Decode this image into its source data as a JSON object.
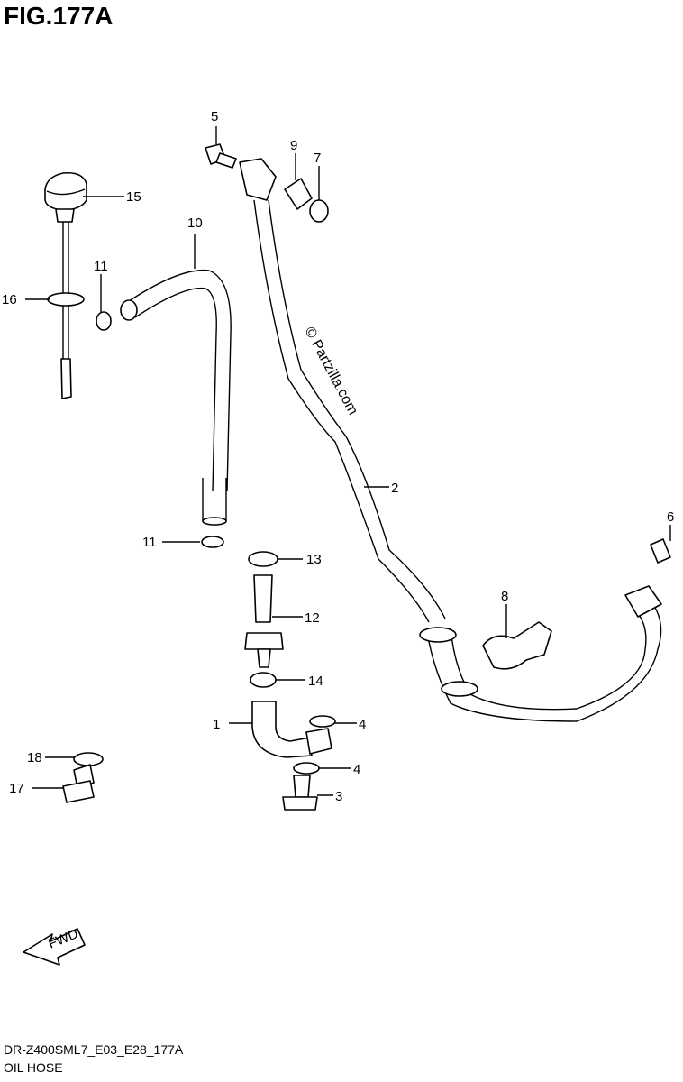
{
  "figure": {
    "title": "FIG.177A",
    "watermark": "© Partzilla.com",
    "fwd_label": "FWD",
    "footer_code": "DR-Z400SML7_E03_E28_177A",
    "footer_name": "OIL HOSE"
  },
  "callouts": [
    {
      "id": "c1",
      "label": "1"
    },
    {
      "id": "c2",
      "label": "2"
    },
    {
      "id": "c3",
      "label": "3"
    },
    {
      "id": "c4a",
      "label": "4"
    },
    {
      "id": "c4b",
      "label": "4"
    },
    {
      "id": "c5",
      "label": "5"
    },
    {
      "id": "c6",
      "label": "6"
    },
    {
      "id": "c7",
      "label": "7"
    },
    {
      "id": "c8",
      "label": "8"
    },
    {
      "id": "c9",
      "label": "9"
    },
    {
      "id": "c10",
      "label": "10"
    },
    {
      "id": "c11a",
      "label": "11"
    },
    {
      "id": "c11b",
      "label": "11"
    },
    {
      "id": "c12",
      "label": "12"
    },
    {
      "id": "c13",
      "label": "13"
    },
    {
      "id": "c14",
      "label": "14"
    },
    {
      "id": "c15",
      "label": "15"
    },
    {
      "id": "c16",
      "label": "16"
    },
    {
      "id": "c17",
      "label": "17"
    },
    {
      "id": "c18",
      "label": "18"
    }
  ]
}
